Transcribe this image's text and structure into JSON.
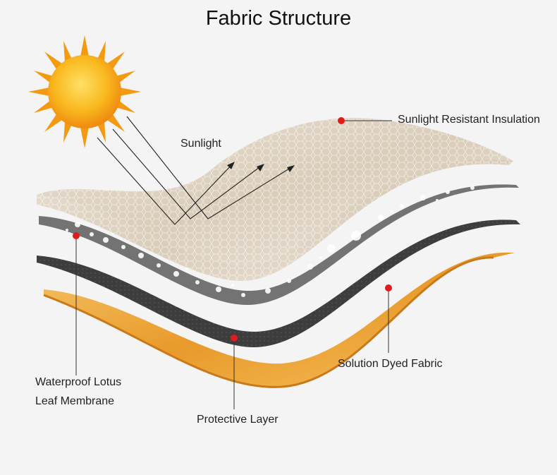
{
  "diagram": {
    "title": "Fabric Structure",
    "labels": {
      "sunlight": "Sunlight",
      "sunlight_resistant_insulation": "Sunlight Resistant Insulation",
      "waterproof_line1": "Waterproof Lotus",
      "waterproof_line2": "Leaf Membrane",
      "protective_layer": "Protective Layer",
      "solution_dyed_fabric": "Solution Dyed Fabric"
    },
    "colors": {
      "background": "#f4f4f4",
      "sun_core": "#f7b21c",
      "sun_rays": "#f39a12",
      "insulation_layer": "#e6dccd",
      "membrane_layer": "#6f6f6f",
      "protective_layer": "#3a3a3a",
      "fabric_layer": "#f0a830",
      "marker": "#e01b1b"
    },
    "icons": [
      "sun-icon",
      "marker-dot-icon",
      "arrow-icon",
      "water-droplet-icon"
    ]
  }
}
